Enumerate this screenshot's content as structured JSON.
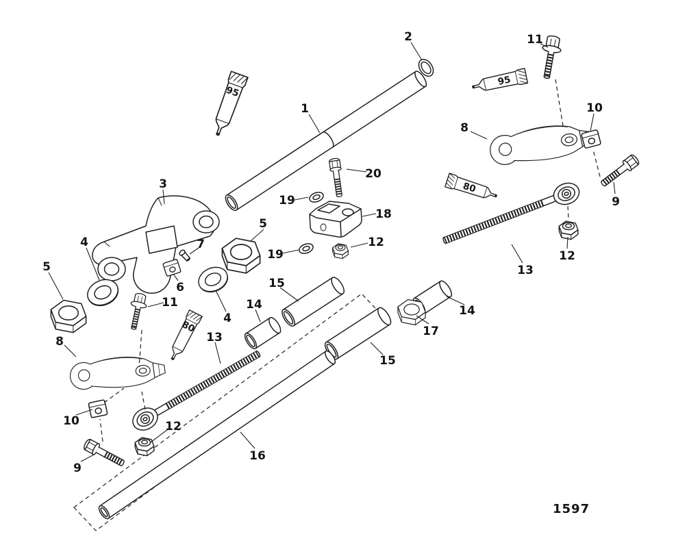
{
  "figure": {
    "number": "1597"
  },
  "colors": {
    "ink": "#1f1f1f",
    "background": "#ffffff"
  },
  "labels": {
    "o_ring": "2",
    "bolt11_top": "11",
    "adhesive95_left": "95",
    "adhesive95_right": "95",
    "tube1": "1",
    "clip10_right": "10",
    "arm8_right": "8",
    "bolt20": "20",
    "bracket3": "3",
    "washer19_upper": "19",
    "bolt9_right": "9",
    "block18": "18",
    "adhesive80_right": "80",
    "nut5_mid": "5",
    "screw7": "7",
    "nut12_mid": "12",
    "washer19_lower": "19",
    "washer4_left": "4",
    "clip6": "6",
    "rod13_right": "13",
    "nut5_left": "5",
    "nut12_right": "12",
    "sleeve15_upper": "15",
    "spacer14_left": "14",
    "bolt11_left": "11",
    "washer4_mid": "4",
    "spacer14_right": "14",
    "nut17": "17",
    "adhesive80_left": "80",
    "arm8_left": "8",
    "rod13_left": "13",
    "sleeve15_lower": "15",
    "clip10_left": "10",
    "nut12_left": "12",
    "tube16": "16",
    "bolt9_left": "9"
  }
}
